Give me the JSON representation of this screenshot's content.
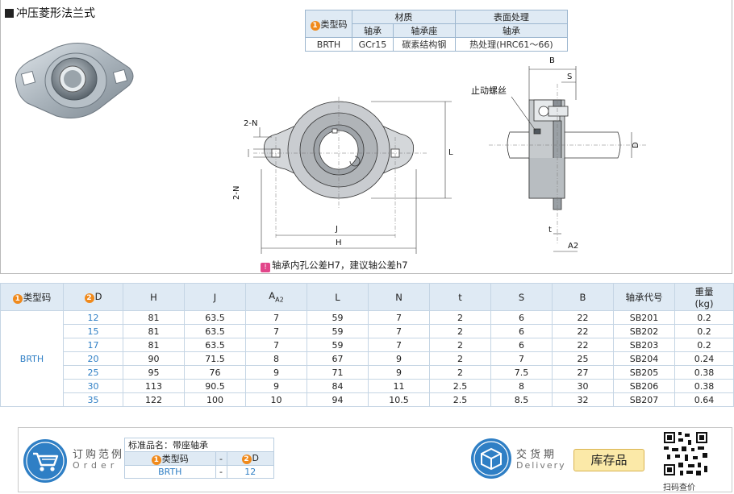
{
  "page": {
    "title": "冲压菱形法兰式",
    "tolerance_note": "轴承内孔公差H7，建议轴公差h7",
    "set_screw_label": "止动螺丝"
  },
  "material_table": {
    "type_code_label": "类型码",
    "material_label": "材质",
    "surface_label": "表面处理",
    "sub_headers": [
      "轴承",
      "轴承座",
      "轴承"
    ],
    "type_code": "BRTH",
    "values": [
      "GCr15",
      "碳素结构钢",
      "热处理(HRC61～66)"
    ]
  },
  "dimension_labels": {
    "front": [
      "2-N",
      "2-N",
      "L",
      "J",
      "H"
    ],
    "side": [
      "B",
      "S",
      "D",
      "t",
      "A2"
    ]
  },
  "spec_table": {
    "headers": [
      "类型码",
      "D",
      "H",
      "J",
      "A2",
      "L",
      "N",
      "t",
      "S",
      "B",
      "轴承代号",
      "重量",
      "(kg)"
    ],
    "type_code": "BRTH",
    "rows": [
      [
        "12",
        "81",
        "63.5",
        "7",
        "59",
        "7",
        "2",
        "6",
        "22",
        "SB201",
        "0.2"
      ],
      [
        "15",
        "81",
        "63.5",
        "7",
        "59",
        "7",
        "2",
        "6",
        "22",
        "SB202",
        "0.2"
      ],
      [
        "17",
        "81",
        "63.5",
        "7",
        "59",
        "7",
        "2",
        "6",
        "22",
        "SB203",
        "0.2"
      ],
      [
        "20",
        "90",
        "71.5",
        "8",
        "67",
        "9",
        "2",
        "7",
        "25",
        "SB204",
        "0.24"
      ],
      [
        "25",
        "95",
        "76",
        "9",
        "71",
        "9",
        "2",
        "7.5",
        "27",
        "SB205",
        "0.38"
      ],
      [
        "30",
        "113",
        "90.5",
        "9",
        "84",
        "11",
        "2.5",
        "8",
        "30",
        "SB206",
        "0.38"
      ],
      [
        "35",
        "122",
        "100",
        "10",
        "94",
        "10.5",
        "2.5",
        "8.5",
        "32",
        "SB207",
        "0.64"
      ]
    ]
  },
  "order": {
    "title_cn": "订购范例",
    "title_en": "Order",
    "std_name_label": "标准品名：带座轴承",
    "type_code_label": "类型码",
    "dash": "-",
    "d_label": "D",
    "example_type": "BRTH",
    "example_d": "12",
    "delivery_cn": "交货期",
    "delivery_en": "Delivery",
    "stock_label": "库存品",
    "qr_caption": "扫码查价"
  },
  "badges": {
    "one": "1",
    "two": "2"
  },
  "colors": {
    "accent_blue": "#2f7fc5",
    "badge_orange": "#f08a1c",
    "header_bg": "#dfeaf4",
    "stock_bg": "#fbe9a8"
  }
}
